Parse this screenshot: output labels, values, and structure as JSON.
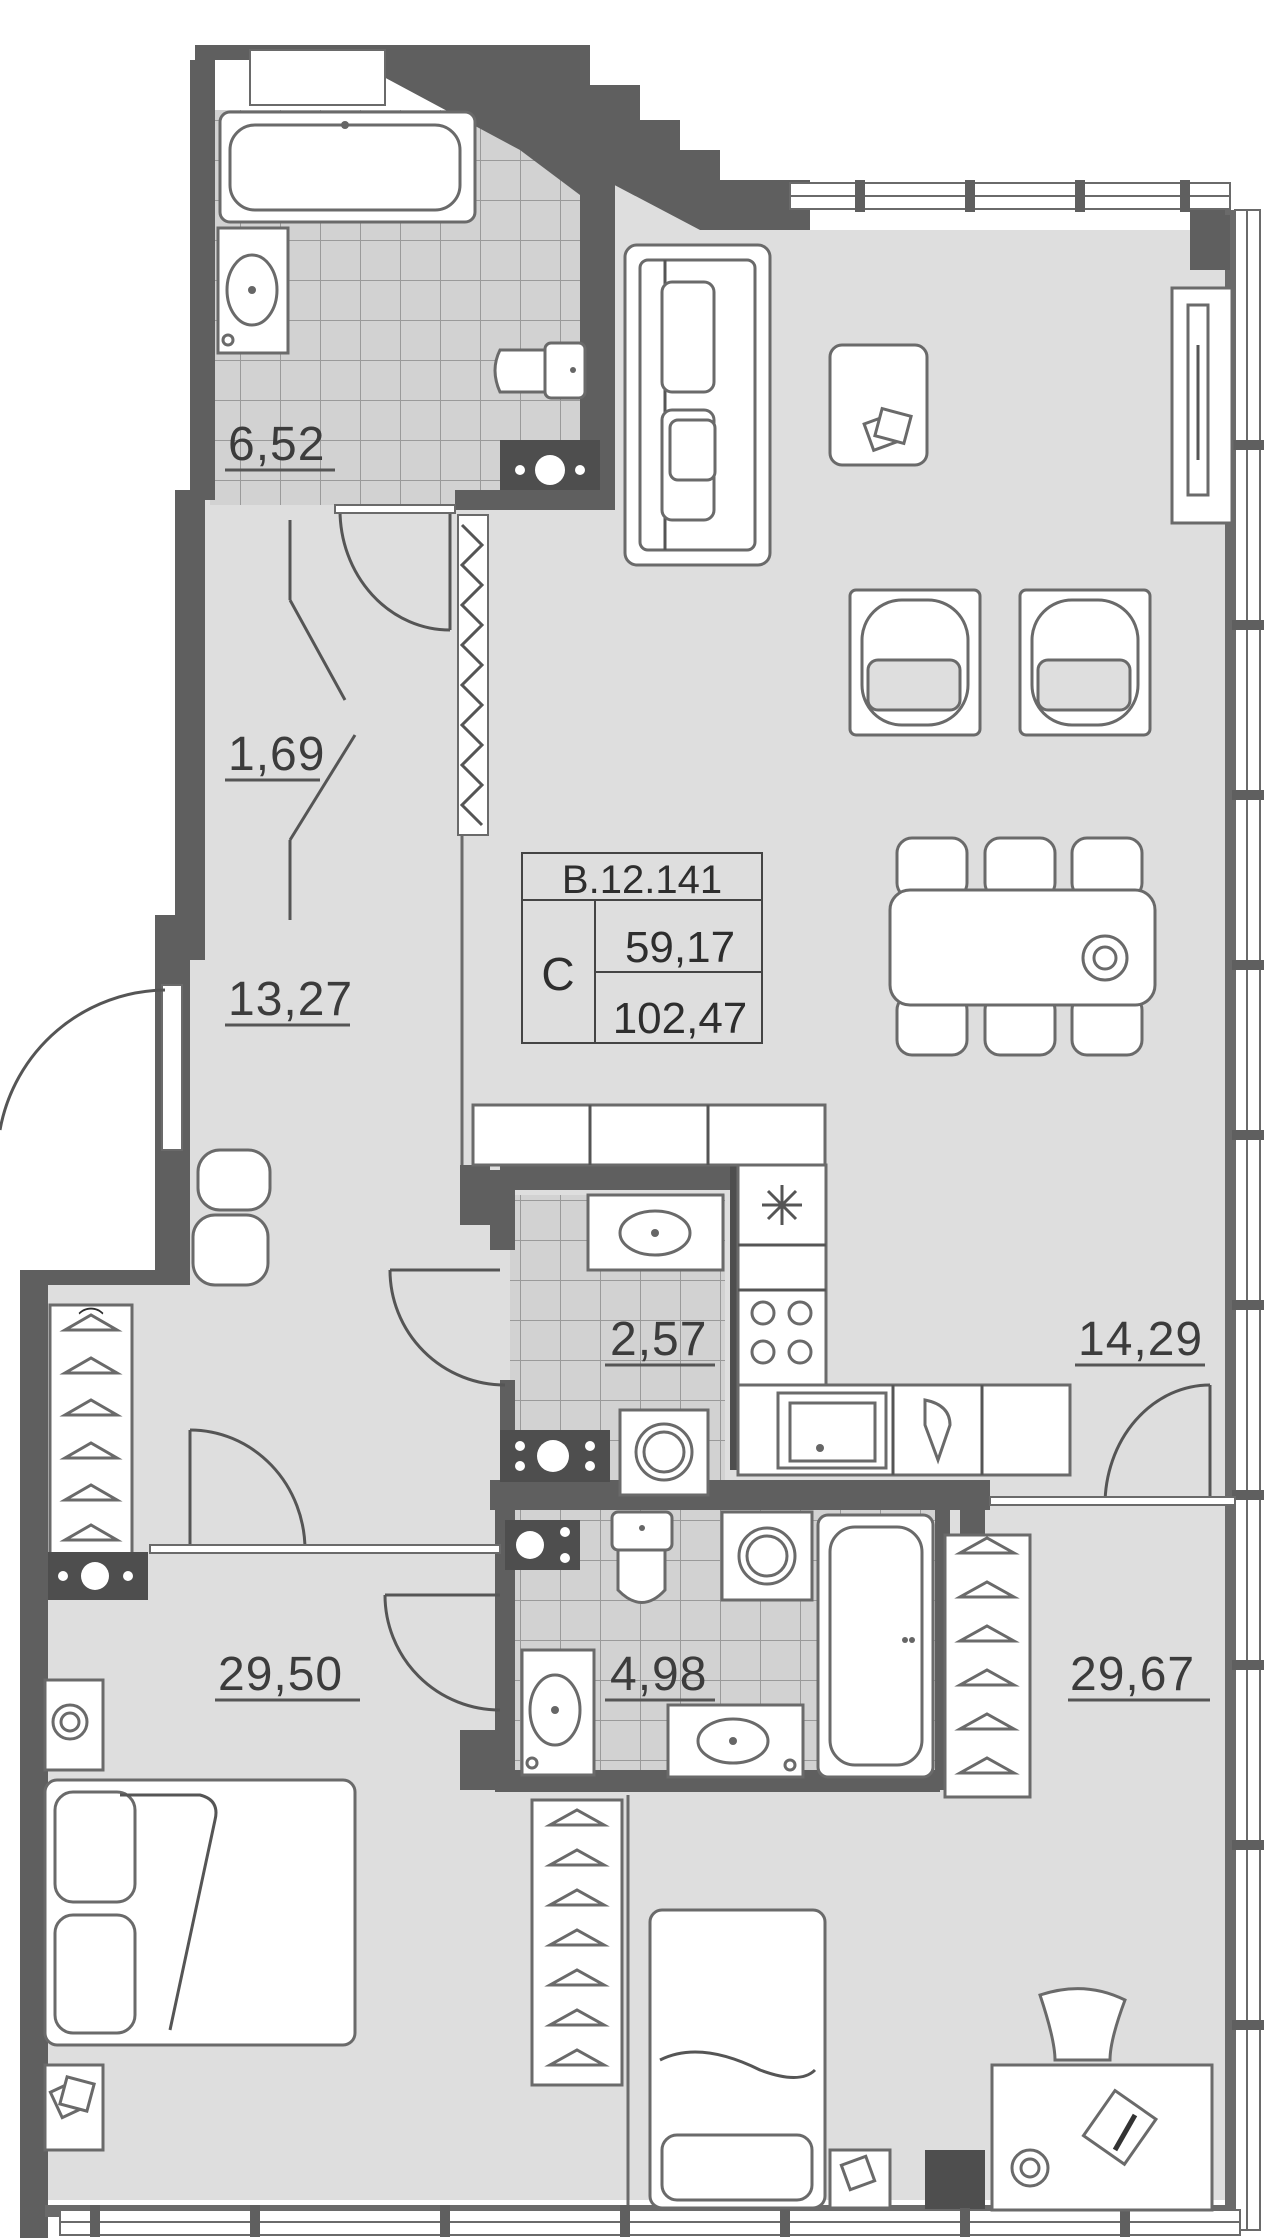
{
  "apartment": {
    "code": "B.12.141",
    "type": "C",
    "living_area": "59,17",
    "total_area": "102,47"
  },
  "rooms": {
    "bathroom_top": "6,52",
    "closet": "1,69",
    "hall": "13,27",
    "wc_small": "2,57",
    "kitchen_living": "14,29",
    "bathroom_bottom": "4,98",
    "bedroom_left": "29,50",
    "bedroom_right": "29,67"
  },
  "colors": {
    "wall": "#5f5f5f",
    "floor": "#dedede",
    "tile_floor": "#d2d2d2",
    "furniture": "#ffffff",
    "text": "#3c3c3c"
  },
  "icons": [
    "bathtub-icon",
    "sink-icon",
    "toilet-icon",
    "sofa-icon",
    "armchair-icon",
    "dining-table-icon",
    "chair-icon",
    "stove-icon",
    "washing-machine-icon",
    "bed-icon",
    "desk-icon",
    "wardrobe-icon",
    "nightstand-icon",
    "door-icon"
  ]
}
